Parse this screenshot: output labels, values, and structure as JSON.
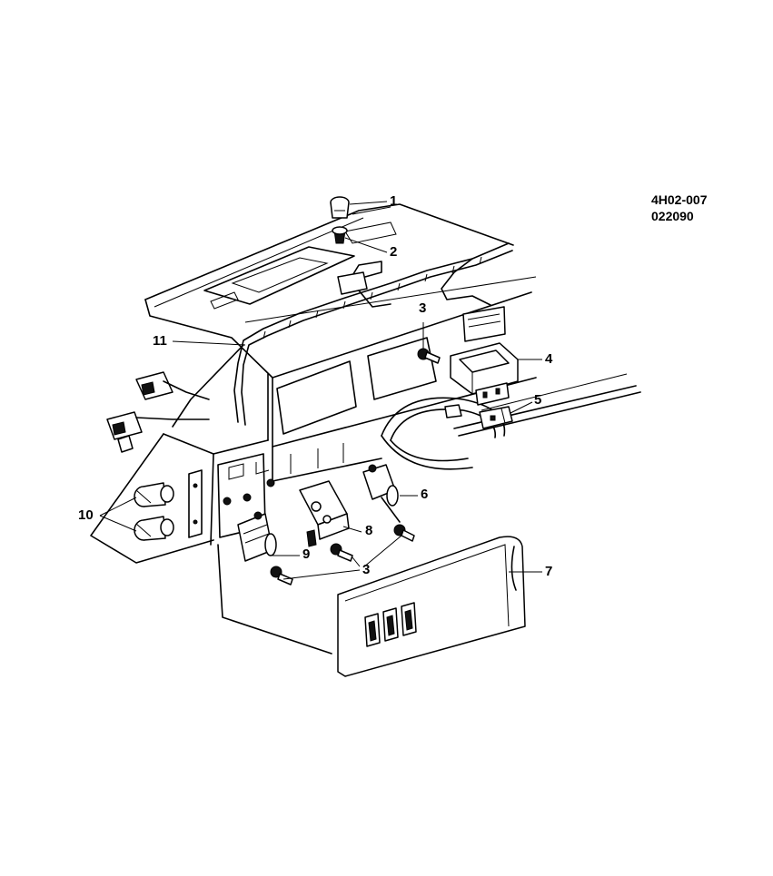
{
  "drawing_code": {
    "line1": "4H02-007",
    "line2": "022090"
  },
  "callouts": [
    {
      "id": "c1",
      "label": "1"
    },
    {
      "id": "c2",
      "label": "2"
    },
    {
      "id": "c3a",
      "label": "3"
    },
    {
      "id": "c4",
      "label": "4"
    },
    {
      "id": "c5",
      "label": "5"
    },
    {
      "id": "c6",
      "label": "6"
    },
    {
      "id": "c7",
      "label": "7"
    },
    {
      "id": "c8",
      "label": "8"
    },
    {
      "id": "c3b",
      "label": "3"
    },
    {
      "id": "c9",
      "label": "9"
    },
    {
      "id": "c10",
      "label": "10"
    },
    {
      "id": "c11",
      "label": "11"
    }
  ]
}
